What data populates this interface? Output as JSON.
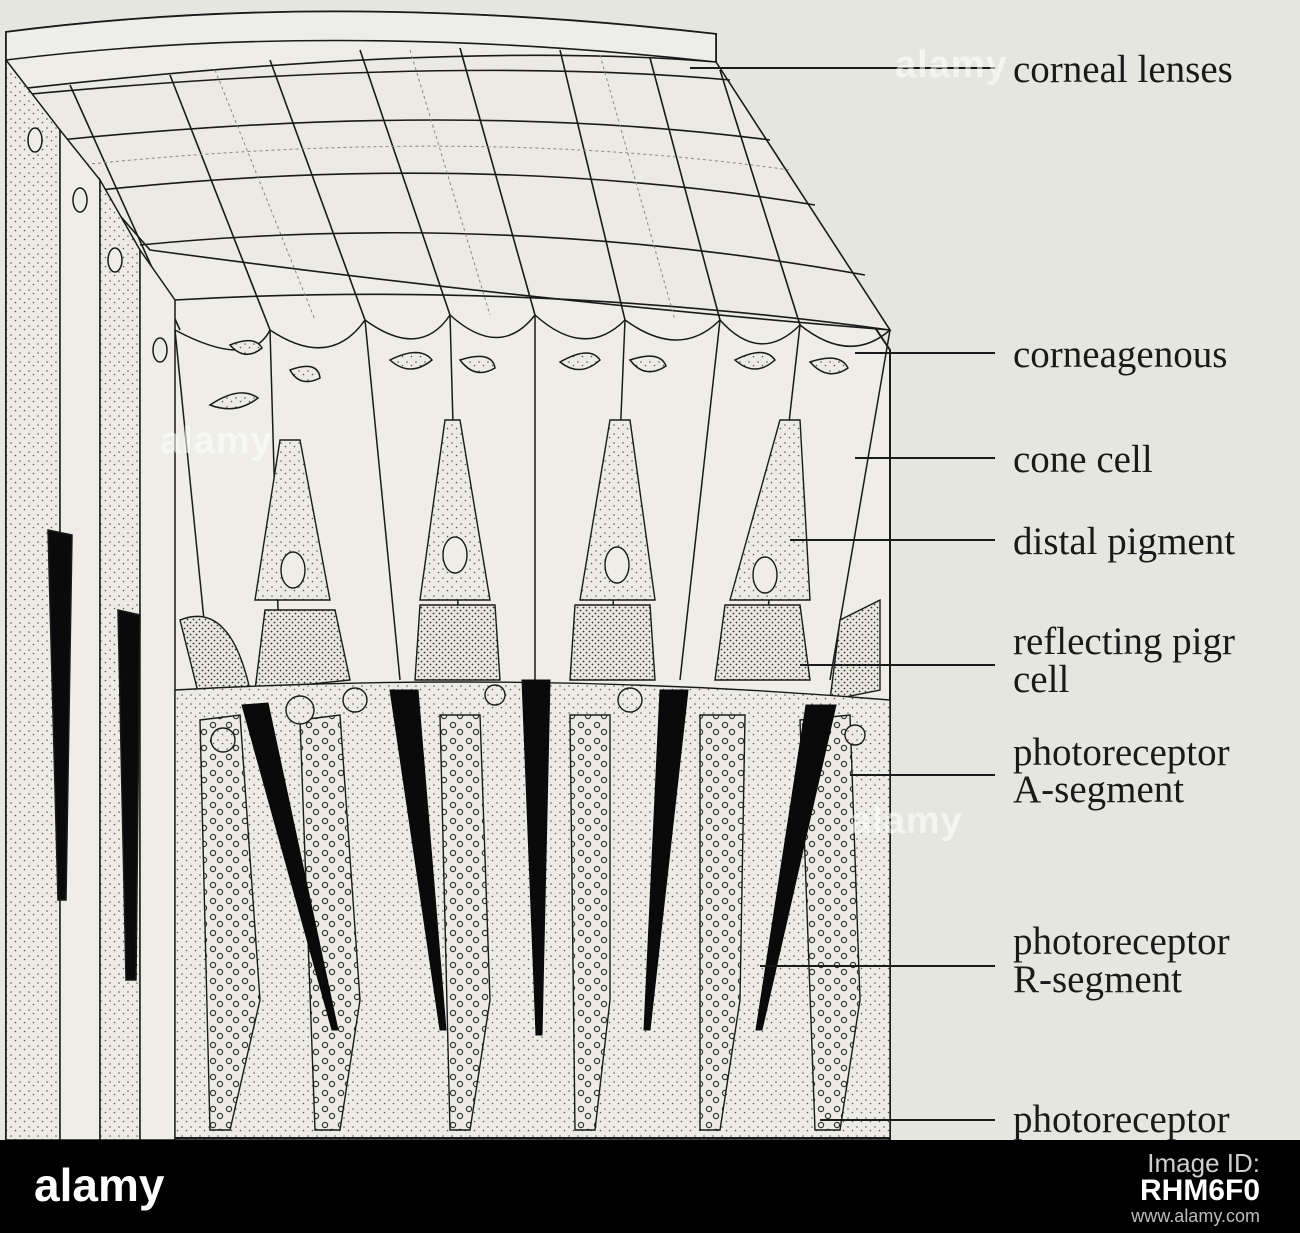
{
  "labels": {
    "corneal_lenses": "corneal lenses",
    "corneagenous": "corneagenous",
    "cone_cell": "cone cell",
    "distal_pigment": "distal pigment",
    "reflecting_pigment_1": "reflecting pigr",
    "reflecting_pigment_2": "cell",
    "photoreceptor_a_1": "photoreceptor",
    "photoreceptor_a_2": "A-segment",
    "photoreceptor_r_1": "photoreceptor",
    "photoreceptor_r_2": "R-segment",
    "photoreceptor_3": "photoreceptor"
  },
  "watermark": {
    "text": "alamy"
  },
  "footer": {
    "logo": "alamy",
    "image_id_label": "Image ID:",
    "image_id": "RHM6F0",
    "url": "www.alamy.com"
  }
}
